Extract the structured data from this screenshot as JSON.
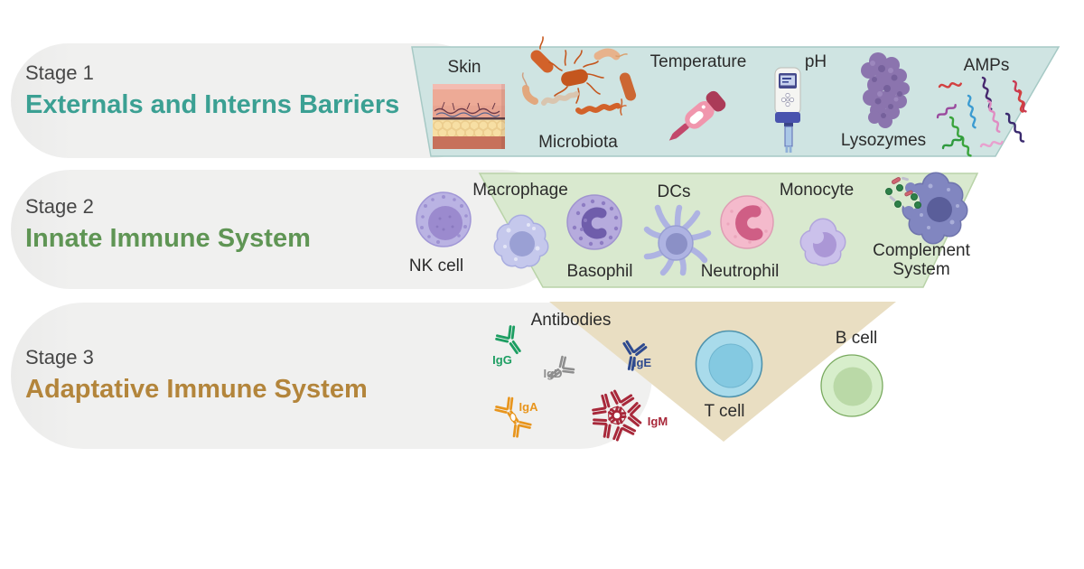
{
  "colors": {
    "stage1-accent": "#3BA093",
    "stage2-accent": "#5F9554",
    "stage3-accent": "#B3853B",
    "band1": "#CFE4E2",
    "band1-border": "#A6C9C5",
    "band2": "#D9E9CF",
    "band2-border": "#B9D3A8",
    "band3": "#E9DEC2",
    "panel": "#F0F0EF",
    "stage-label": "#474747",
    "item-label": "#2B2B2B",
    "igg": "#1D9E62",
    "igd": "#8E8E8E",
    "ige": "#2E4A8F",
    "iga": "#E8951D",
    "igm": "#A8283A"
  },
  "stages": [
    {
      "stage_label": "Stage 1",
      "title": "Externals and Interns Barriers",
      "items": {
        "skin": "Skin",
        "microbiota": "Microbiota",
        "temperature": "Temperature",
        "ph": "pH",
        "lysozymes": "Lysozymes",
        "amps": "AMPs"
      }
    },
    {
      "stage_label": "Stage 2",
      "title": "Innate Immune System",
      "items": {
        "nk_cell": "NK cell",
        "macrophage": "Macrophage",
        "basophil": "Basophil",
        "dcs": "DCs",
        "neutrophil": "Neutrophil",
        "monocyte": "Monocyte",
        "complement": "Complement System"
      }
    },
    {
      "stage_label": "Stage 3",
      "title": "Adaptative Immune System",
      "items": {
        "antibodies": "Antibodies",
        "igg": "IgG",
        "igd": "IgD",
        "ige": "IgE",
        "iga": "IgA",
        "igm": "IgM",
        "t_cell": "T cell",
        "b_cell": "B cell"
      }
    }
  ]
}
